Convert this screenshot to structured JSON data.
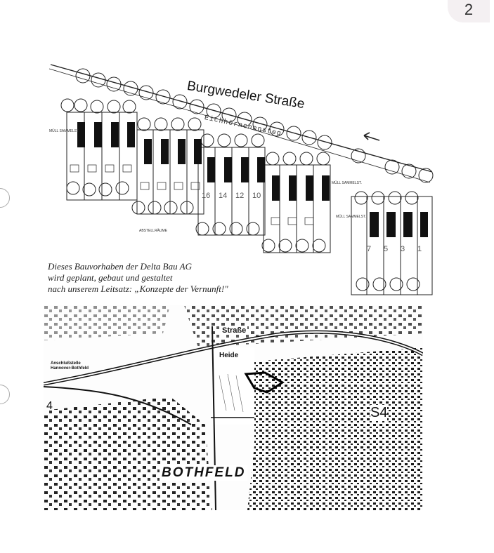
{
  "page": {
    "number": "2"
  },
  "site_plan": {
    "street_name": "Burgwedeler Straße",
    "path_name": "Eichhörnchensteg",
    "waste_points": [
      "MÜLL SAMMELST.",
      "MÜLL SAMMELST.",
      "MÜLL SAMMELST."
    ],
    "storage_label": "ABSTELLRÄUME",
    "house_numbers_row3": [
      "16",
      "14",
      "12",
      "10"
    ],
    "house_numbers_right": [
      "7",
      "5",
      "3",
      "1"
    ]
  },
  "caption": {
    "line1": "Dieses Bauvorhaben der Delta Bau AG",
    "line2": "wird geplant, gebaut und gestaltet",
    "line3": "nach unserem Leitsatz: „Konzepte der Vernunft!\""
  },
  "map": {
    "district": "BOTHFELD",
    "junction_line1": "Anschlußstelle",
    "junction_line2": "Hannover-Bothfeld",
    "heide_label": "Heide",
    "strasse_label": "Straße",
    "grid_left": "4",
    "grid_right": "S4"
  }
}
